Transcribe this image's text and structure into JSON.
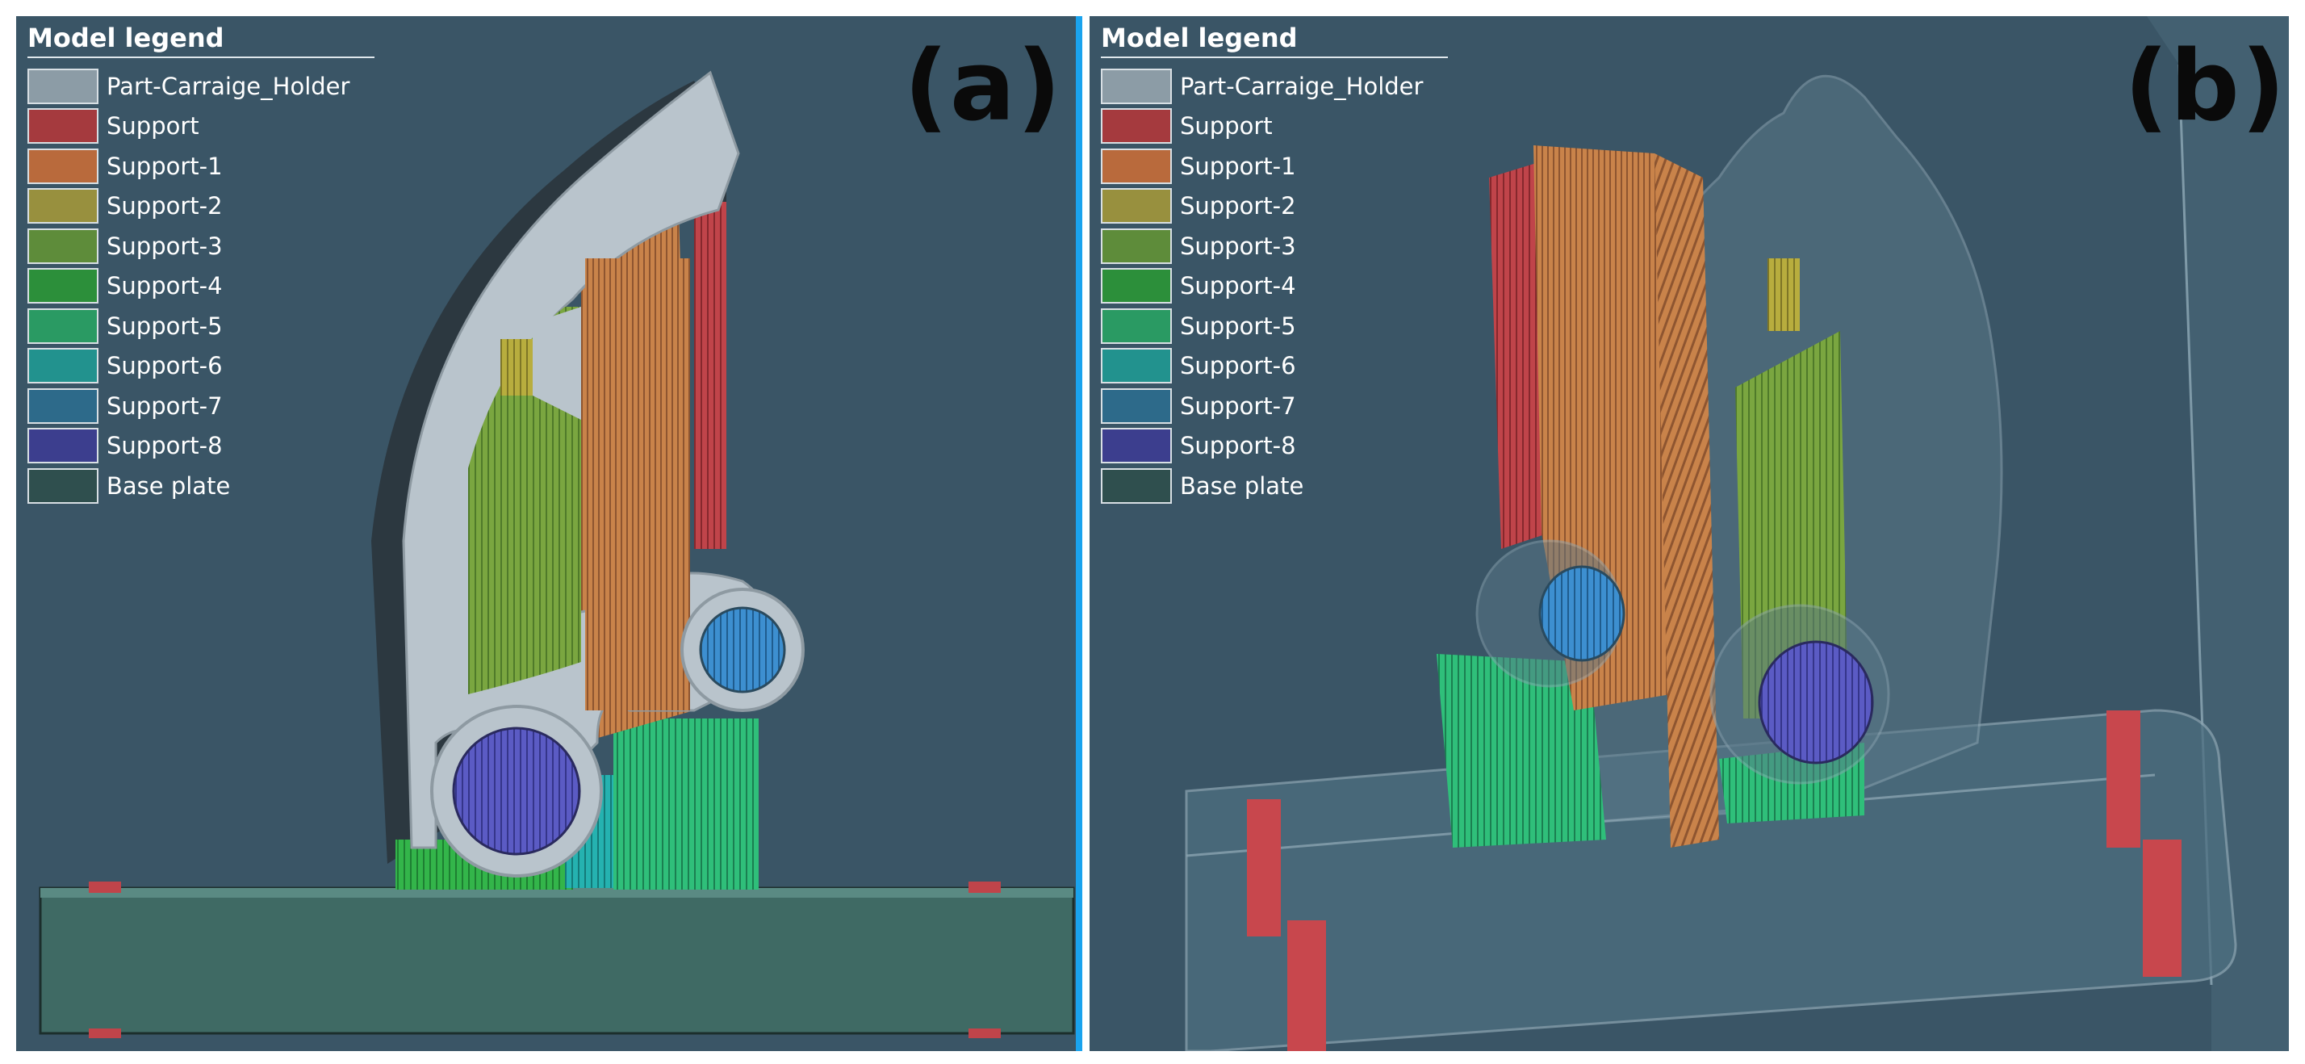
{
  "legend_title": "Model legend",
  "legend_items": [
    {
      "label": "Part-Carraige_Holder",
      "color": "#8c9ca6"
    },
    {
      "label": "Support",
      "color": "#a53a3e"
    },
    {
      "label": "Support-1",
      "color": "#b96a3c"
    },
    {
      "label": "Support-2",
      "color": "#98903e"
    },
    {
      "label": "Support-3",
      "color": "#5e8c3a"
    },
    {
      "label": "Support-4",
      "color": "#2c8f3a"
    },
    {
      "label": "Support-5",
      "color": "#2a9a63"
    },
    {
      "label": "Support-6",
      "color": "#22928e"
    },
    {
      "label": "Support-7",
      "color": "#2d6a8a"
    },
    {
      "label": "Support-8",
      "color": "#3c3e8e"
    },
    {
      "label": "Base plate",
      "color": "#2f4f4e"
    }
  ],
  "panels": {
    "a": {
      "label": "(a)"
    },
    "b": {
      "label": "(b)"
    }
  },
  "colors": {
    "background": "#3a5566",
    "divider": "#1aa3ee",
    "part": "#b9c4cc"
  }
}
